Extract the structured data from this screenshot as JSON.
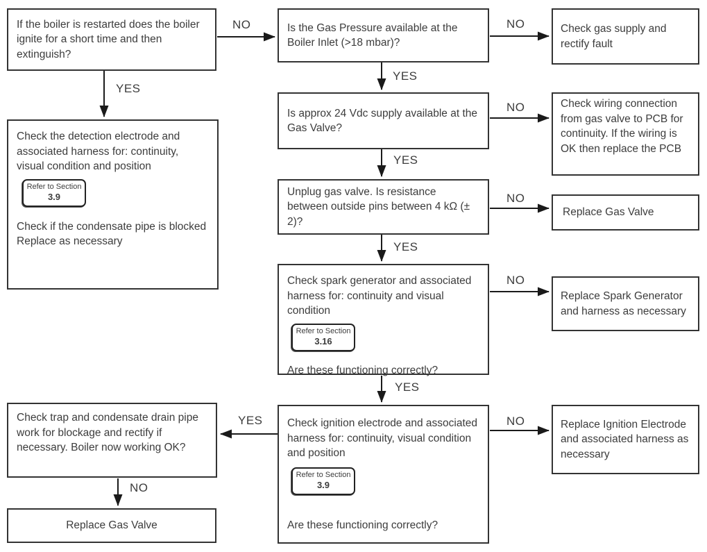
{
  "flowchart": {
    "nodes": {
      "restart_question": {
        "text": "If the boiler is restarted does the boiler ignite for a short time and then extinguish?"
      },
      "gas_pressure_question": {
        "text": "Is the Gas Pressure available at the Boiler Inlet (>18 mbar)?"
      },
      "check_gas_supply": {
        "text": "Check gas supply and rectify fault"
      },
      "detection_electrode": {
        "text1": "Check the detection electrode and associated harness for: continuity, visual condition and position",
        "refer_label": "Refer to Section",
        "refer_section": "3.9",
        "text2": "Check if the condensate pipe is blocked",
        "text3": "Replace as necessary"
      },
      "vdc_question": {
        "text": "Is approx 24 Vdc supply available at the Gas Valve?"
      },
      "check_wiring": {
        "text": "Check wiring connection from gas valve to PCB for continuity.  If the wiring is OK then replace the PCB"
      },
      "resistance_question": {
        "text": "Unplug gas valve.  Is resistance between outside pins between 4 kΩ  (± 2)?"
      },
      "replace_gas_valve_right": {
        "text": "Replace Gas Valve"
      },
      "spark_generator": {
        "text1": "Check spark generator and associated harness for: continuity and visual condition",
        "refer_label": "Refer to Section",
        "refer_section": "3.16",
        "text2": "Are these functioning correctly?"
      },
      "replace_spark_generator": {
        "text": "Replace Spark Generator and harness as necessary"
      },
      "ignition_electrode": {
        "text1": "Check ignition electrode and associated harness for: continuity, visual condition and position",
        "refer_label": "Refer to Section",
        "refer_section": "3.9",
        "text2": "Are these functioning correctly?"
      },
      "replace_ignition_electrode": {
        "text": "Replace Ignition Electrode and associated harness as necessary"
      },
      "check_trap": {
        "text": "Check trap and condensate drain pipe work for blockage and rectify if necessary.  Boiler now working OK?"
      },
      "replace_gas_valve_bottom": {
        "text": "Replace Gas Valve"
      }
    },
    "edges": {
      "restart_no": "NO",
      "restart_yes": "YES",
      "pressure_no": "NO",
      "pressure_yes": "YES",
      "vdc_no": "NO",
      "vdc_yes": "YES",
      "resistance_no": "NO",
      "resistance_yes": "YES",
      "spark_no": "NO",
      "spark_yes": "YES",
      "ignition_no": "NO",
      "ignition_yes": "YES",
      "trap_no": "NO"
    },
    "colors": {
      "box_border": "#333333",
      "text": "#3c3c3c",
      "arrow": "#1a1a1a",
      "background": "#ffffff"
    }
  }
}
